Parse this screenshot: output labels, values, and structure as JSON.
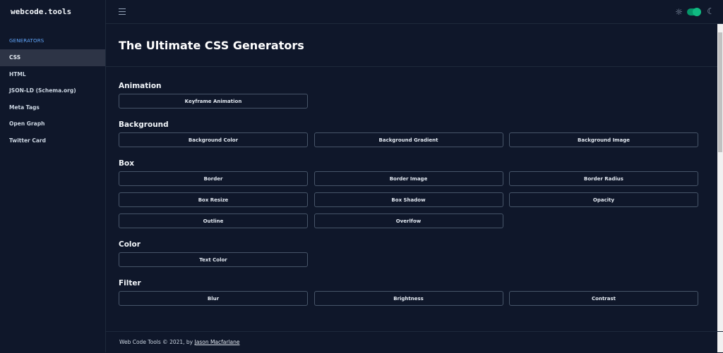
{
  "app": {
    "logo": "webcode.tools"
  },
  "sidebar": {
    "section": "GENERATORS",
    "items": [
      {
        "label": "CSS"
      },
      {
        "label": "HTML"
      },
      {
        "label": "JSON-LD (Schema.org)"
      },
      {
        "label": "Meta Tags"
      },
      {
        "label": "Open Graph"
      },
      {
        "label": "Twitter Card"
      }
    ]
  },
  "main": {
    "title": "The Ultimate CSS Generators",
    "sections": [
      {
        "heading": "Animation",
        "items": [
          "Keyframe Animation"
        ]
      },
      {
        "heading": "Background",
        "items": [
          "Background Color",
          "Background Gradient",
          "Background Image"
        ]
      },
      {
        "heading": "Box",
        "items": [
          "Border",
          "Border Image",
          "Border Radius",
          "Box Resize",
          "Box Shadow",
          "Opacity",
          "Outline",
          "Overlfow"
        ]
      },
      {
        "heading": "Color",
        "items": [
          "Text Color"
        ]
      },
      {
        "heading": "Filter",
        "items": [
          "Blur",
          "Brightness",
          "Contrast"
        ]
      }
    ]
  },
  "footer": {
    "text": "Web Code Tools © 2021, by ",
    "author": "Jason Macfarlane"
  }
}
